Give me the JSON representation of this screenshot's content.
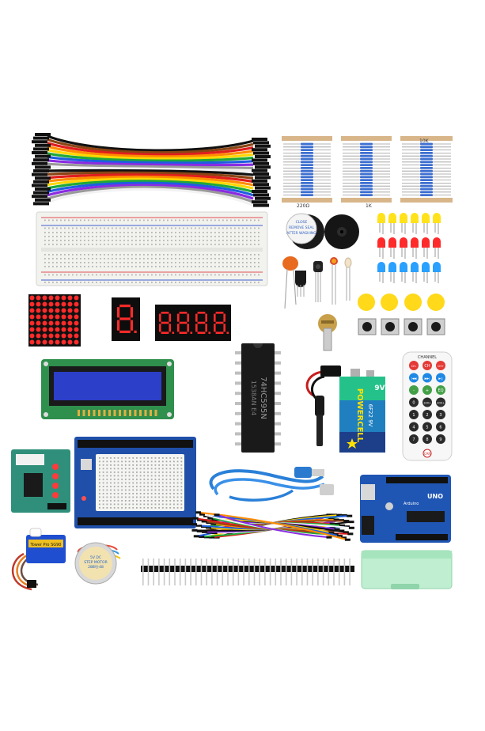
{
  "colors": {
    "background": "#ffffff",
    "pcb_blue": "#1f4fa8",
    "pcb_green": "#2e8b57",
    "lcd_screen": "#2b3fc8",
    "segment_red": "#ff2a2a",
    "led_yellow": "#ffe21a",
    "led_red": "#ff2a2a",
    "led_blue": "#2aa0ff",
    "box_green": "#bfeed0"
  },
  "labels": {
    "resistor_a": "220Ω",
    "resistor_b": "1K",
    "resistor_c": "10K",
    "buzzer_text": "CLOSE REMOVE SEAL AFTER WASHING",
    "chip_text_1": "74HC595N",
    "chip_text_2": "1538AN E4",
    "battery_brand": "POWERCELL",
    "battery_volt": "9V",
    "battery_sub": "6F22 9V",
    "remote_title": "CHANNEL",
    "remote_keys": [
      "CH-",
      "CH",
      "CH+",
      "|◀◀",
      "▶▶|",
      "▶||",
      "-",
      "+",
      "EQ",
      "0",
      "100+",
      "200+",
      "1",
      "2",
      "3",
      "4",
      "5",
      "6",
      "7",
      "8",
      "9"
    ],
    "remote_logo": "CAR",
    "board_label": "UNO",
    "board_brand": "Arduino",
    "stepper_text": "5V DC STEP MOTOR 28BYJ-48",
    "servo_text": "Tower Pro SG90",
    "seven_seg_single": "8",
    "seven_seg_quad": "8.8.8.8."
  }
}
